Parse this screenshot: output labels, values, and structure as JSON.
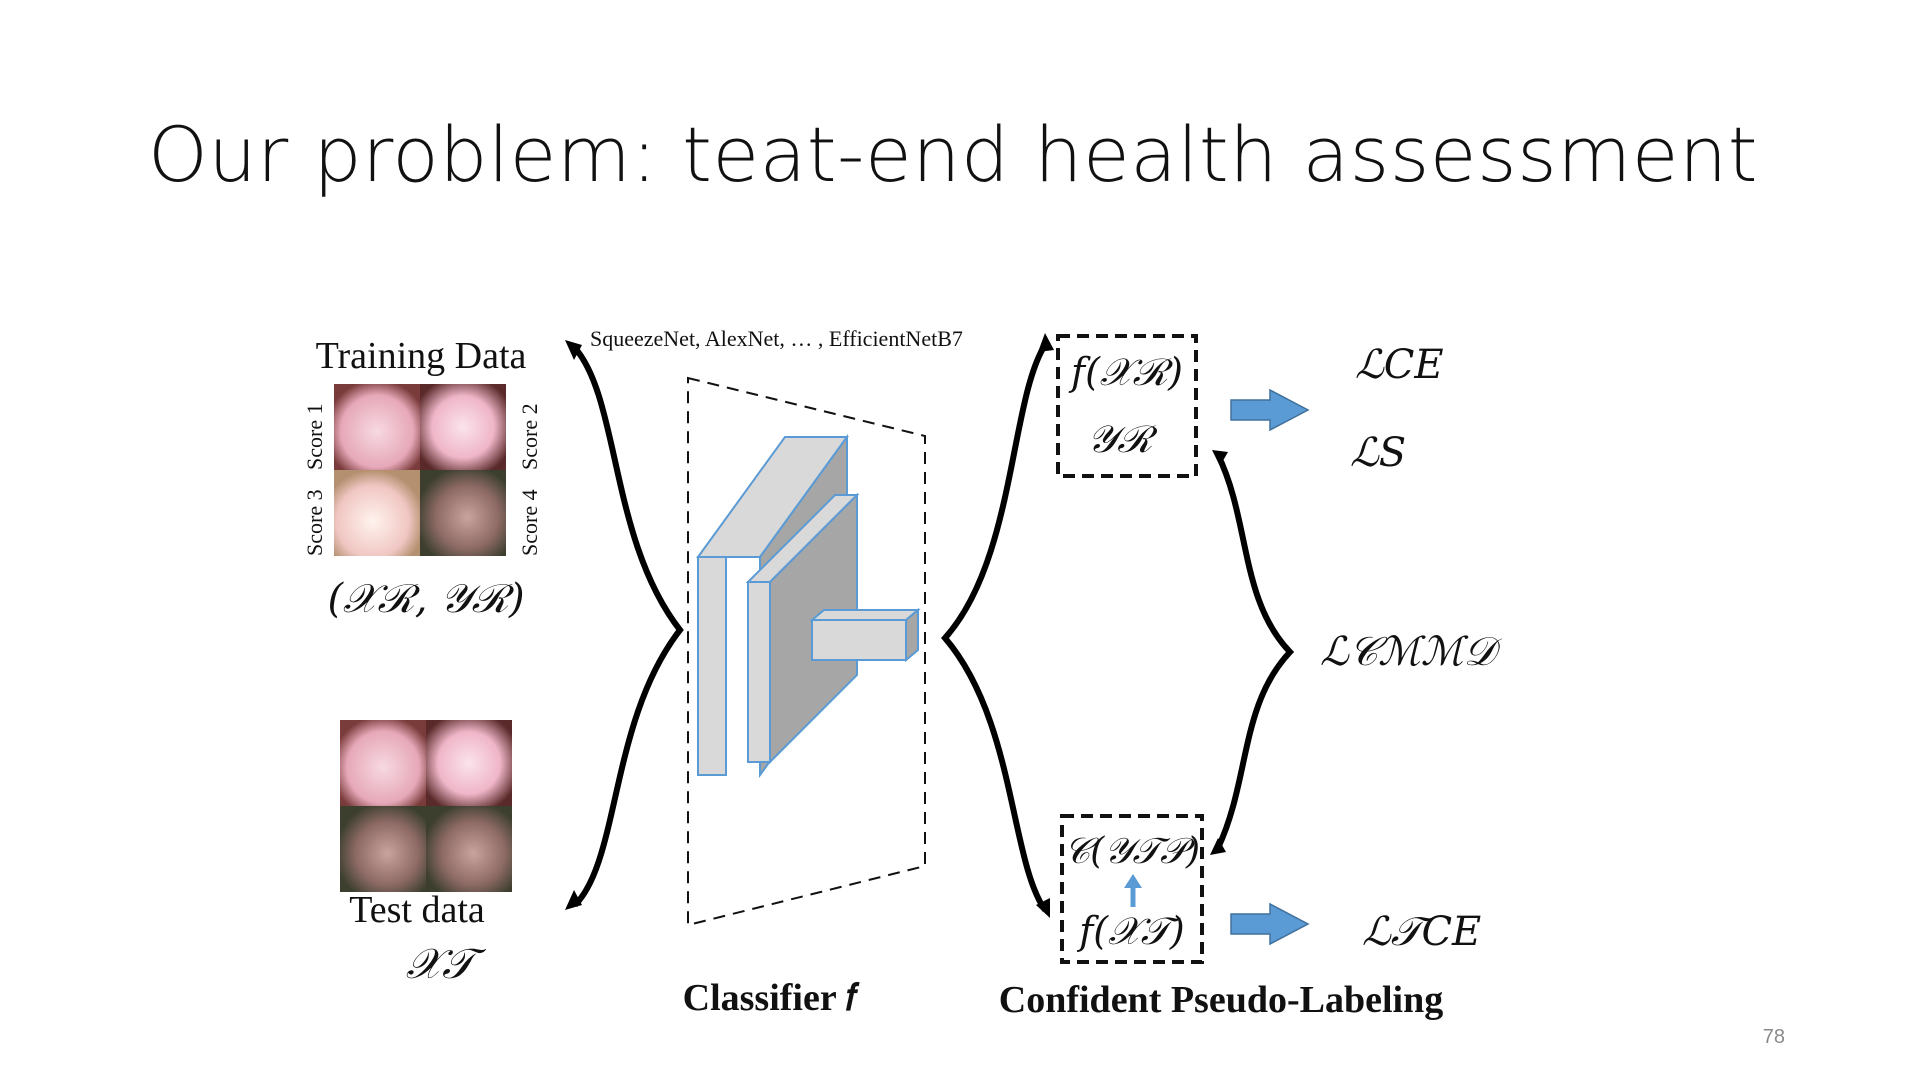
{
  "slide": {
    "title": "Our problem: teat-end health assessment",
    "page_number": "78"
  },
  "training": {
    "heading": "Training Data",
    "score_labels": [
      "Score 1",
      "Score 2",
      "Score 3",
      "Score 4"
    ],
    "math": "(𝒳ℛ, 𝒴ℛ)"
  },
  "test": {
    "heading": "Test data",
    "math": "𝒳𝒯"
  },
  "classifier": {
    "models": "SqueezeNet, AlexNet, … ,  EfficientNetB7",
    "caption": "Classifier 𝑓"
  },
  "pseudo_labeling": {
    "caption": "Confident Pseudo-Labeling",
    "top_box": [
      "f(𝒳ℛ)",
      "𝒴ℛ"
    ],
    "bottom_box": [
      "𝒞(𝒴𝒯𝒫)",
      "f(𝒳𝒯)"
    ]
  },
  "losses": {
    "ce": "ℒCE",
    "s": "ℒS",
    "cmmd": "ℒ𝒞ℳℳ𝒟",
    "ce_target": "ℒ𝒯CE"
  },
  "colors": {
    "arrow_blue": "#5b9bd5",
    "layer_gray": "#a6a6a6",
    "layer_light": "#d9d9d9",
    "teat_pink": "#e8aebb",
    "text": "#111111"
  }
}
